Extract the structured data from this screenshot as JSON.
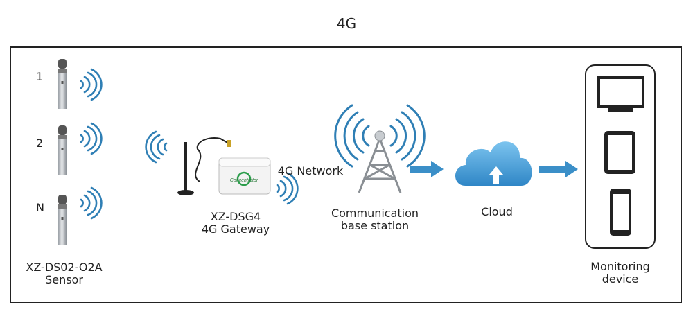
{
  "header": {
    "title": "4G"
  },
  "sensors": {
    "items": [
      {
        "label": "1"
      },
      {
        "label": "2"
      },
      {
        "label": "N"
      }
    ],
    "caption_line1": "XZ-DS02-O2A",
    "caption_line2": "Sensor"
  },
  "gateway": {
    "device_text": "Concentrator",
    "caption_line1": "XZ-DSG4",
    "caption_line2": "4G Gateway"
  },
  "network": {
    "label": "4G Network"
  },
  "base_station": {
    "caption_line1": "Communication",
    "caption_line2": "base station"
  },
  "cloud": {
    "caption": "Cloud"
  },
  "monitoring": {
    "caption_line1": "Monitoring",
    "caption_line2": "device",
    "devices": [
      "monitor-icon",
      "tablet-icon",
      "phone-icon"
    ]
  },
  "colors": {
    "signal": "#2f7fb5",
    "arrow": "#3b8fc8",
    "cloud": "#4aa3dc",
    "tower": "#8a8f94"
  }
}
